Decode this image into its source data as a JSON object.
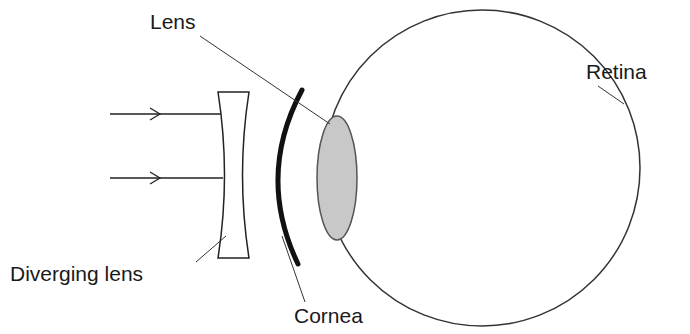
{
  "diagram": {
    "labels": [
      "Lens",
      "Retina",
      "Diverging lens",
      "Cornea"
    ]
  }
}
